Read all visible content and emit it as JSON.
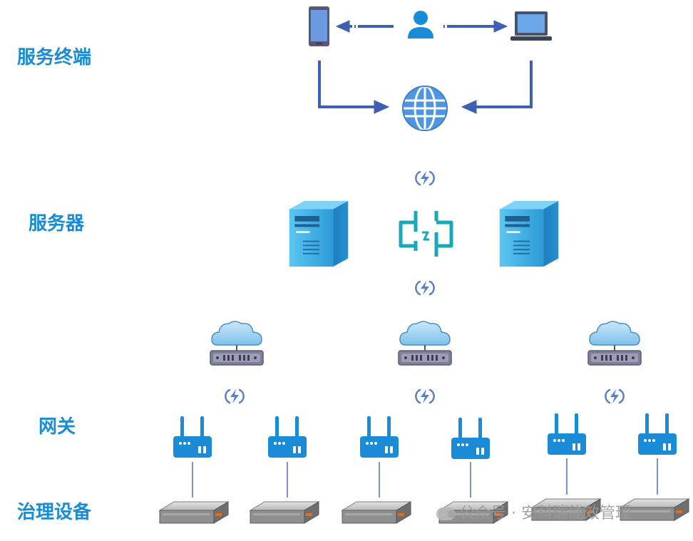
{
  "layers": {
    "terminal": "服务终端",
    "server": "服务器",
    "gateway": "网关",
    "device": "治理设备"
  },
  "watermark": "公众号 · 安科瑞能效管理",
  "colors": {
    "label": "#1a8bd6",
    "arrow": "#3f5fb5",
    "server": "#2a93d3",
    "cloud": "#8fcbee",
    "gateway": "#1a8bd6",
    "link": "#5a7fc2"
  }
}
